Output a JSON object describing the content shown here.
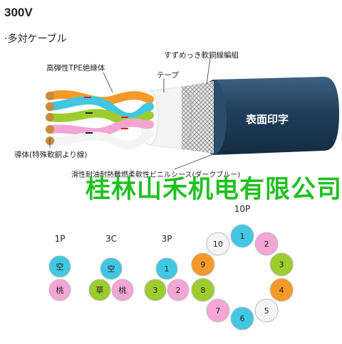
{
  "heading": "300V",
  "subheading": "·多対ケーブル",
  "labels": {
    "braid": "すずめっき軟銅線編組",
    "tape": "テープ",
    "insulation": "高弾性TPE絶縁体",
    "conductor": "導体(特殊軟銅より線)",
    "sheath": "滑性耐油耐熱難燃柔軟性ビニルシース(ダークブルー)",
    "print": "表面印字"
  },
  "watermark": "桂林山禾机电有限公司",
  "groups": [
    {
      "label": "1P",
      "cores": [
        {
          "text": "空",
          "color": "#41c7e2"
        },
        {
          "text": "桃",
          "color": "#f3a6d4"
        }
      ]
    },
    {
      "label": "3C",
      "cores": [
        {
          "text": "空",
          "color": "#41c7e2"
        },
        {
          "text": "草",
          "color": "#9ccc2e"
        },
        {
          "text": "桃",
          "color": "#f3a6d4"
        }
      ]
    },
    {
      "label": "3P",
      "cores": [
        {
          "text": "1",
          "color": "#41c7e2"
        },
        {
          "text": "3",
          "color": "#9ccc2e"
        },
        {
          "text": "2",
          "color": "#f3a6d4"
        }
      ]
    },
    {
      "label": "10P",
      "cores": [
        {
          "text": "1",
          "color": "#41c7e2"
        },
        {
          "text": "2",
          "color": "#f3a6d4"
        },
        {
          "text": "3",
          "color": "#9ccc2e"
        },
        {
          "text": "4",
          "color": "#f59a2a"
        },
        {
          "text": "5",
          "color": "#f4f4f4"
        },
        {
          "text": "6",
          "color": "#41c7e2"
        },
        {
          "text": "7",
          "color": "#f3a6d4"
        },
        {
          "text": "8",
          "color": "#9ccc2e"
        },
        {
          "text": "9",
          "color": "#f59a2a"
        },
        {
          "text": "10",
          "color": "#f4f4f4"
        }
      ]
    }
  ],
  "colors": {
    "sheath": "#1f3f5c",
    "braid": "#c9c9c9",
    "tape": "#f2f2f2",
    "watermark": "#20c020"
  }
}
